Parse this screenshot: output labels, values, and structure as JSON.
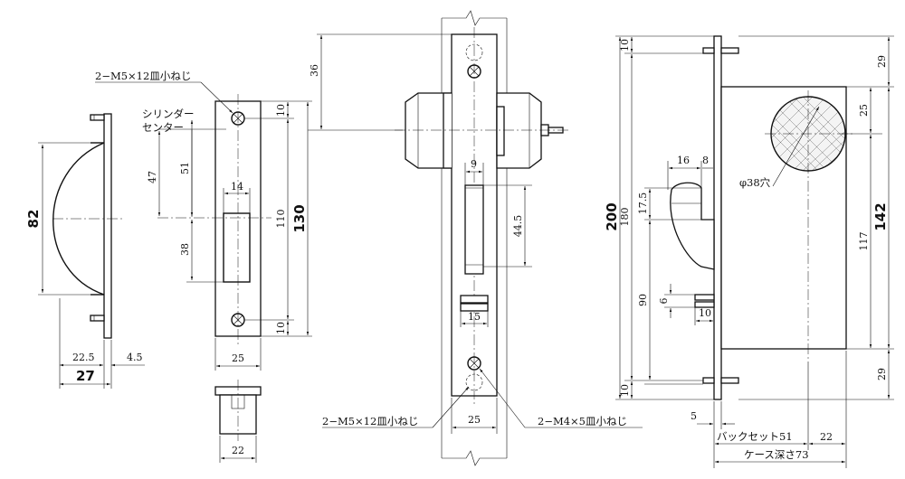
{
  "labels": {
    "screw_top_left": "2−M5×12皿小ねじ",
    "cylinder_center": [
      "シリンダー",
      "センター"
    ],
    "screw_bottom_mid": "2−M5×12皿小ねじ",
    "screw_bottom_right": "2−M4×5皿小ねじ",
    "hole": "φ38穴",
    "backset": "バックセット51",
    "case_depth": "ケース深さ73"
  },
  "dims": {
    "d82": "82",
    "d27": "27",
    "d22_5": "22.5",
    "d4_5": "4.5",
    "d47": "47",
    "d51": "51",
    "d38": "38",
    "d14": "14",
    "d10a": "10",
    "d10b": "10",
    "d110": "110",
    "d130": "130",
    "d25a": "25",
    "d22a": "22",
    "d36": "36",
    "d9": "9",
    "d44_5": "44.5",
    "d15": "15",
    "d25b": "25",
    "d10c": "10",
    "d200": "200",
    "d180": "180",
    "d16": "16",
    "d8": "8",
    "d17_5": "17.5",
    "d90": "90",
    "d6": "6",
    "d10e": "10",
    "d10d": "10",
    "d5": "5",
    "d29a": "29",
    "d25c": "25",
    "d142": "142",
    "d117": "117",
    "d29b": "29",
    "d22b": "22"
  }
}
